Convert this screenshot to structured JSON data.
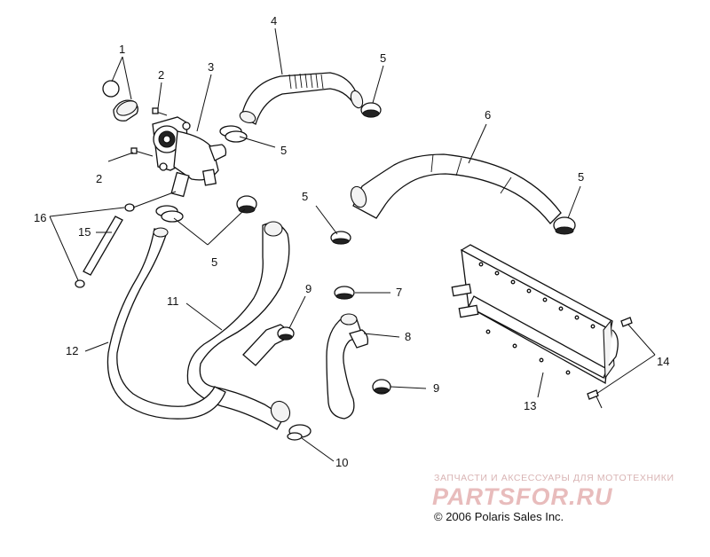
{
  "diagram": {
    "callouts": [
      {
        "id": "c1",
        "label": "1"
      },
      {
        "id": "c2a",
        "label": "2"
      },
      {
        "id": "c2b",
        "label": "2"
      },
      {
        "id": "c3",
        "label": "3"
      },
      {
        "id": "c4",
        "label": "4"
      },
      {
        "id": "c5a",
        "label": "5"
      },
      {
        "id": "c5b",
        "label": "5"
      },
      {
        "id": "c5c",
        "label": "5"
      },
      {
        "id": "c5d",
        "label": "5"
      },
      {
        "id": "c5e",
        "label": "5"
      },
      {
        "id": "c6",
        "label": "6"
      },
      {
        "id": "c7",
        "label": "7"
      },
      {
        "id": "c8",
        "label": "8"
      },
      {
        "id": "c9a",
        "label": "9"
      },
      {
        "id": "c9b",
        "label": "9"
      },
      {
        "id": "c10",
        "label": "10"
      },
      {
        "id": "c11",
        "label": "11"
      },
      {
        "id": "c12",
        "label": "12"
      },
      {
        "id": "c13",
        "label": "13"
      },
      {
        "id": "c14",
        "label": "14"
      },
      {
        "id": "c15",
        "label": "15"
      },
      {
        "id": "c16",
        "label": "16"
      }
    ]
  },
  "watermark": {
    "tagline": "ЗАПЧАСТИ И АКСЕССУАРЫ ДЛЯ МОТОТЕХНИКИ",
    "logo": "PARTSFOR.RU"
  },
  "footer": {
    "copyright": "© 2006 Polaris Sales Inc."
  }
}
